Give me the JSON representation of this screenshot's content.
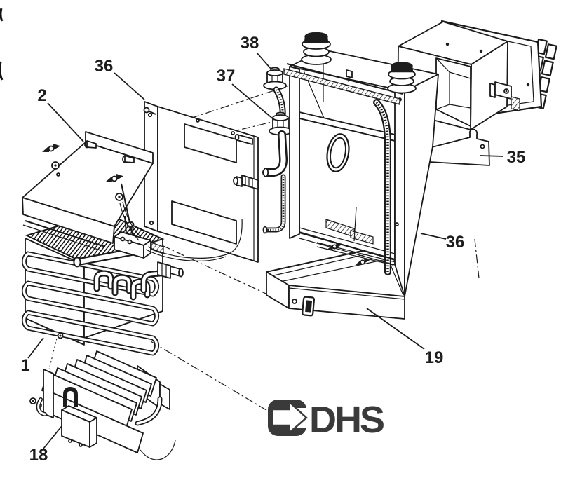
{
  "diagram": {
    "type": "exploded-parts-diagram",
    "background_color": "#ffffff",
    "ink_color": "#1a1a1a",
    "callouts": [
      {
        "id": "callout-2",
        "label": "2"
      },
      {
        "id": "callout-36-left",
        "label": "36"
      },
      {
        "id": "callout-37",
        "label": "37"
      },
      {
        "id": "callout-38",
        "label": "38"
      },
      {
        "id": "callout-35",
        "label": "35"
      },
      {
        "id": "callout-36-right",
        "label": "36"
      },
      {
        "id": "callout-19",
        "label": "19"
      },
      {
        "id": "callout-1",
        "label": "1"
      },
      {
        "id": "callout-18",
        "label": "18"
      }
    ],
    "logo": {
      "text": "DHS",
      "color": "#3a3a3a"
    }
  }
}
